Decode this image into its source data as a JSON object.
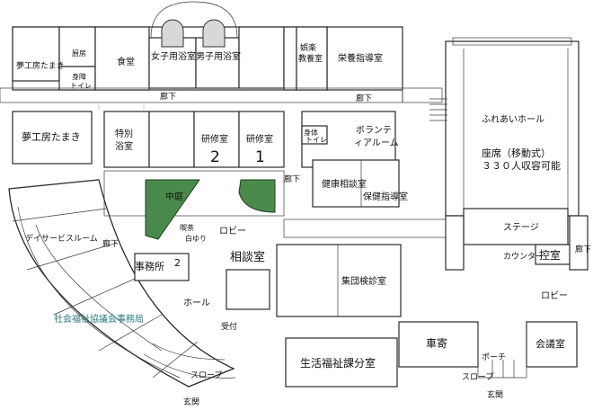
{
  "labels": {
    "yume_koubou_top": "夢工房たまき",
    "kitchen": "厨房",
    "disabled_wc": "身障",
    "wc": "トイレ",
    "dining": "食堂",
    "women_bath": "女子用浴室",
    "men_bath": "男子用浴室",
    "recreation_1": "娯楽",
    "recreation_2": "教養室",
    "nutrition": "栄養指導室",
    "corridor_top": "廊下",
    "corridor_top_right": "廊下",
    "yume_koubou_mid": "夢工房たまき",
    "special_bath_1": "特別",
    "special_bath_2": "浴室",
    "training": "研修室",
    "training_2_no": "2",
    "training_1_no": "1",
    "disabled_wc_2": "身体",
    "wc_2": "トイレ",
    "volunteer_1": "ボランテ",
    "volunteer_2": "ィアルーム",
    "health_consult": "健康相談室",
    "health_guide": "保健指導室",
    "hall_name": "ふれあいホール",
    "hall_seats_1": "座席（移動式）",
    "hall_seats_2": "３３０人収容可能",
    "stage": "ステージ",
    "courtyard": "中庭",
    "lobby": "ロビー",
    "corridor_vertical": "廊下",
    "daycare": "デイサービスルーム",
    "corridor_left": "廊下",
    "shirayuri_1": "喫茶",
    "shirayuri_2": "白ゆり",
    "consult_room": "相談室",
    "office": "事務所",
    "office_num": "2",
    "hall_small": "ホール",
    "welfare_council": "社会福祉協議会事務局",
    "reception": "受付",
    "slope_left": "スロープ",
    "entrance_left": "玄関",
    "group_exam": "集団検診室",
    "counter": "カウンター",
    "hikae": "控室",
    "corridor_right": "廊下",
    "lobby_right": "ロビー",
    "life_welfare": "生活福祉課分室",
    "kuruma_yose": "車寄",
    "porch": "ポーチ",
    "slope_right": "スロープ",
    "meeting": "会議室",
    "entrance_right": "玄関"
  }
}
